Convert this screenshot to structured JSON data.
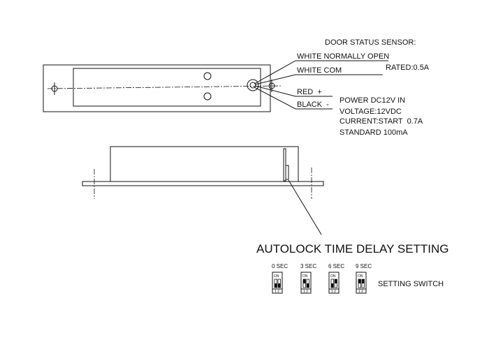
{
  "sensor": {
    "title": "DOOR STATUS SENSOR:",
    "wires": [
      {
        "label": "WHITE NORMALLY OPEN"
      },
      {
        "label": "WHITE COM"
      },
      {
        "label": "RED  +"
      },
      {
        "label": "BLACK  -"
      }
    ],
    "rated": "RATED:0.5A"
  },
  "power": {
    "lines": [
      "POWER DC12V IN",
      "VOLTAGE:12VDC",
      "CURRENT:START  0.7A",
      "STANDARD 100mA"
    ]
  },
  "autolock": {
    "title": "AUTOLOCK TIME DELAY SETTING",
    "switches": [
      {
        "label": "0 SEC",
        "on": "ON",
        "numbers": "1 2",
        "state": [
          "down",
          "down"
        ]
      },
      {
        "label": "3 SEC",
        "on": "ON",
        "numbers": "1 2",
        "state": [
          "up",
          "down"
        ]
      },
      {
        "label": "6 SEC",
        "on": "ON",
        "numbers": "1 2",
        "state": [
          "down",
          "up"
        ]
      },
      {
        "label": "9 SEC",
        "on": "ON",
        "numbers": "1 2",
        "state": [
          "up",
          "up"
        ]
      }
    ],
    "switch_label": "SETTING SWITCH"
  }
}
